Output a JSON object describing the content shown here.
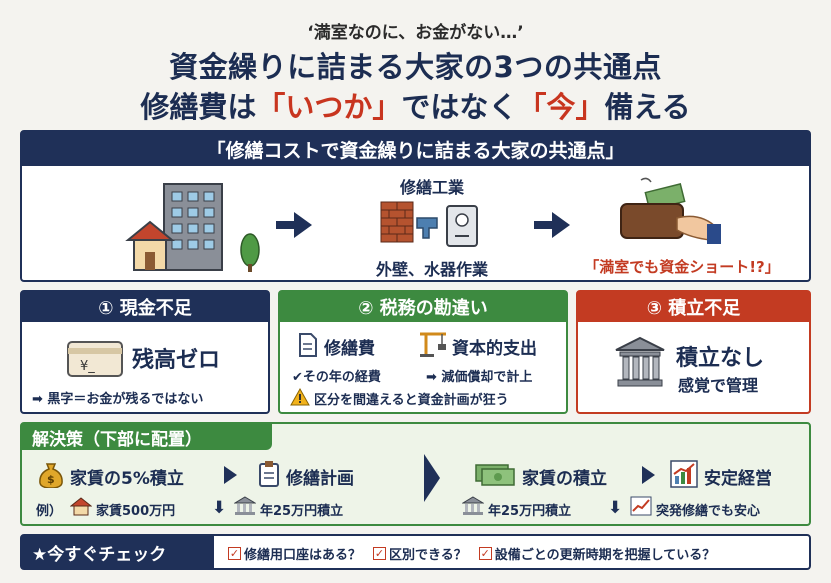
{
  "header": {
    "tagline": "‘満室なのに、お金がない…’",
    "title": "資金繰りに詰まる大家の3つの共通点",
    "subtitle_pre": "修繕費は",
    "subtitle_q1": "「いつか」",
    "subtitle_mid": "ではなく",
    "subtitle_q2": "「今」",
    "subtitle_post": "備える"
  },
  "flow": {
    "heading": "「修繕コストで資金繰りに詰まる大家の共通点」",
    "step2_label": "修繕工業",
    "step2_caption": "外壁、水器作業",
    "step3_caption": "「満室でも資金ショート!?」"
  },
  "cards": [
    {
      "title": "① 現金不足",
      "main": "残高ゼロ",
      "note": "➡ 黒字＝お金が残るではない"
    },
    {
      "title": "② 税務の勘違い",
      "item1": "修繕費",
      "item2": "資本的支出",
      "sub1": "✔その年の経費",
      "sub2": "➡ 減価償却で計上",
      "warn": "区分を間違えると資金計画が狂う"
    },
    {
      "title": "③ 積立不足",
      "main": "積立なし",
      "sub": "感覚で管理"
    }
  ],
  "solution": {
    "heading": "解決策（下部に配置）",
    "a1": "家賃の5%積立",
    "a2": "修繕計画",
    "b1": "家賃の積立",
    "b2": "安定経営",
    "ex_label": "例）",
    "ex1": "家賃500万円",
    "ex2": "年25万円積立",
    "ex3": "年25万円積立",
    "ex4": "突発修繕でも安心"
  },
  "check": {
    "heading": "★今すぐチェック",
    "items": [
      "修繕用口座はある？",
      "区別できる？",
      "設備ごとの更新時期を把握している？"
    ]
  }
}
